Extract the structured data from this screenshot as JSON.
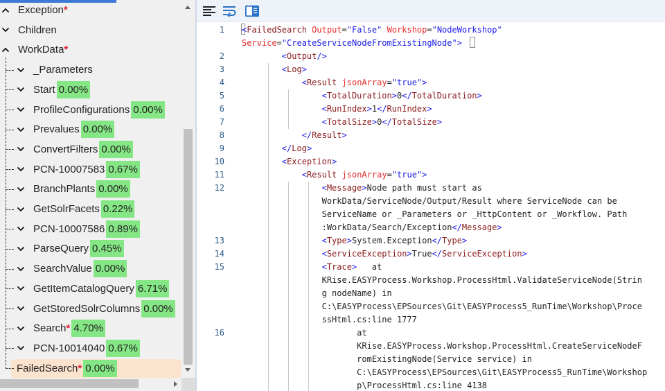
{
  "tree": {
    "items": [
      {
        "label": "Exception",
        "required": true,
        "percent": "",
        "depth": 0,
        "chevron": "up",
        "selected": false
      },
      {
        "label": "Children",
        "required": false,
        "percent": "",
        "depth": 0,
        "chevron": "down",
        "selected": false
      },
      {
        "label": "WorkData",
        "required": true,
        "percent": "",
        "depth": 0,
        "chevron": "up",
        "selected": false
      },
      {
        "label": "_Parameters",
        "required": false,
        "percent": "",
        "depth": 1,
        "chevron": "down",
        "selected": false
      },
      {
        "label": "Start",
        "required": false,
        "percent": "0.00%",
        "depth": 1,
        "chevron": "down",
        "selected": false
      },
      {
        "label": "ProfileConfigurations",
        "required": false,
        "percent": "0.00%",
        "depth": 1,
        "chevron": "down",
        "selected": false
      },
      {
        "label": "Prevalues",
        "required": false,
        "percent": "0.00%",
        "depth": 1,
        "chevron": "down",
        "selected": false
      },
      {
        "label": "ConvertFilters",
        "required": false,
        "percent": "0.00%",
        "depth": 1,
        "chevron": "down",
        "selected": false
      },
      {
        "label": "PCN-10007583",
        "required": false,
        "percent": "0.67%",
        "depth": 1,
        "chevron": "down",
        "selected": false
      },
      {
        "label": "BranchPlants",
        "required": false,
        "percent": "0.00%",
        "depth": 1,
        "chevron": "down",
        "selected": false
      },
      {
        "label": "GetSolrFacets",
        "required": false,
        "percent": "0.22%",
        "depth": 1,
        "chevron": "down",
        "selected": false
      },
      {
        "label": "PCN-10007586",
        "required": false,
        "percent": "0.89%",
        "depth": 1,
        "chevron": "down",
        "selected": false
      },
      {
        "label": "ParseQuery",
        "required": false,
        "percent": "0.45%",
        "depth": 1,
        "chevron": "down",
        "selected": false
      },
      {
        "label": "SearchValue",
        "required": false,
        "percent": "0.00%",
        "depth": 1,
        "chevron": "down",
        "selected": false
      },
      {
        "label": "GetItemCatalogQuery",
        "required": false,
        "percent": "6.71%",
        "depth": 1,
        "chevron": "down",
        "selected": false
      },
      {
        "label": "GetStoredSolrColumns",
        "required": false,
        "percent": "0.00%",
        "depth": 1,
        "chevron": "down",
        "selected": false
      },
      {
        "label": "Search",
        "required": true,
        "percent": "4.70%",
        "depth": 1,
        "chevron": "down",
        "selected": false
      },
      {
        "label": "PCN-10014040",
        "required": false,
        "percent": "0.67%",
        "depth": 1,
        "chevron": "down",
        "selected": false
      },
      {
        "label": "FailedSearch",
        "required": true,
        "percent": "0.00%",
        "depth": 1,
        "chevron": "none",
        "selected": true
      }
    ],
    "required_marker": "*"
  },
  "toolbar": {
    "icons": [
      "format-align-icon",
      "word-wrap-icon",
      "panel-toggle-icon"
    ]
  },
  "editor": {
    "lines": [
      {
        "num": "1",
        "code": "<span class=\"br\">&lt;</span><span class=\"tg\">FailedSearch</span> <span class=\"at\">Output</span>=<span class=\"av\">\"False\"</span> <span class=\"at\">Workshop</span>=<span class=\"av\">\"NodeWorkshop\"</span>"
      },
      {
        "num": "",
        "code": "<span class=\"at\">Service</span>=<span class=\"av\">\"CreateServiceNodeFromExistingNode\"</span><span class=\"br\">&gt;</span>"
      },
      {
        "num": "2",
        "code": "        <span class=\"br\">&lt;</span><span class=\"tg\">Output</span><span class=\"br\">/&gt;</span>"
      },
      {
        "num": "3",
        "code": "        <span class=\"br\">&lt;</span><span class=\"tg\">Log</span><span class=\"br\">&gt;</span>"
      },
      {
        "num": "4",
        "code": "            <span class=\"br\">&lt;</span><span class=\"tg\">Result</span> <span class=\"at\">jsonArray</span>=<span class=\"av\">\"true\"</span><span class=\"br\">&gt;</span>"
      },
      {
        "num": "5",
        "code": "                <span class=\"br\">&lt;</span><span class=\"tg\">TotalDuration</span><span class=\"br\">&gt;</span>0<span class=\"br\">&lt;/</span><span class=\"tg\">TotalDuration</span><span class=\"br\">&gt;</span>"
      },
      {
        "num": "6",
        "code": "                <span class=\"br\">&lt;</span><span class=\"tg\">RunIndex</span><span class=\"br\">&gt;</span>1<span class=\"br\">&lt;/</span><span class=\"tg\">RunIndex</span><span class=\"br\">&gt;</span>"
      },
      {
        "num": "7",
        "code": "                <span class=\"br\">&lt;</span><span class=\"tg\">TotalSize</span><span class=\"br\">&gt;</span>0<span class=\"br\">&lt;/</span><span class=\"tg\">TotalSize</span><span class=\"br\">&gt;</span>"
      },
      {
        "num": "8",
        "code": "            <span class=\"br\">&lt;/</span><span class=\"tg\">Result</span><span class=\"br\">&gt;</span>"
      },
      {
        "num": "9",
        "code": "        <span class=\"br\">&lt;/</span><span class=\"tg\">Log</span><span class=\"br\">&gt;</span>"
      },
      {
        "num": "10",
        "code": "        <span class=\"br\">&lt;</span><span class=\"tg\">Exception</span><span class=\"br\">&gt;</span>"
      },
      {
        "num": "11",
        "code": "            <span class=\"br\">&lt;</span><span class=\"tg\">Result</span> <span class=\"at\">jsonArray</span>=<span class=\"av\">\"true\"</span><span class=\"br\">&gt;</span>"
      },
      {
        "num": "12",
        "code": "                <span class=\"br\">&lt;</span><span class=\"tg\">Message</span><span class=\"br\">&gt;</span>Node path must start as"
      },
      {
        "num": "",
        "code": "                WorkData/ServiceNode/Output/Result where ServiceNode can be"
      },
      {
        "num": "",
        "code": "                ServiceName or _Parameters or _HttpContent or _Workflow. Path"
      },
      {
        "num": "",
        "code": "                :WorkData/Search/Exception<span class=\"br\">&lt;/</span><span class=\"tg\">Message</span><span class=\"br\">&gt;</span>"
      },
      {
        "num": "13",
        "code": "                <span class=\"br\">&lt;</span><span class=\"tg\">Type</span><span class=\"br\">&gt;</span>System.Exception<span class=\"br\">&lt;/</span><span class=\"tg\">Type</span><span class=\"br\">&gt;</span>"
      },
      {
        "num": "14",
        "code": "                <span class=\"br\">&lt;</span><span class=\"tg\">ServiceException</span><span class=\"br\">&gt;</span>True<span class=\"br\">&lt;/</span><span class=\"tg\">ServiceException</span><span class=\"br\">&gt;</span>"
      },
      {
        "num": "15",
        "code": "                <span class=\"br\">&lt;</span><span class=\"tg\">Trace</span><span class=\"br\">&gt;</span>   at"
      },
      {
        "num": "",
        "code": "                KRise.EASYProcess.Workshop.ProcessHtml.ValidateServiceNode(Strin"
      },
      {
        "num": "",
        "code": "                g nodeName) in"
      },
      {
        "num": "",
        "code": "                C:\\EASYProcess\\EPSources\\Git\\EASYProcess5_RunTime\\Workshop\\Proce"
      },
      {
        "num": "",
        "code": "                ssHtml.cs:line 1777"
      },
      {
        "num": "16",
        "code": "                       at"
      },
      {
        "num": "",
        "code": "                       KRise.EASYProcess.Workshop.ProcessHtml.CreateServiceNodeF"
      },
      {
        "num": "",
        "code": "                       romExistingNode(Service service) in"
      },
      {
        "num": "",
        "code": "                       C:\\EASYProcess\\EPSources\\Git\\EASYProcess5_RunTime\\Workshop"
      },
      {
        "num": "",
        "code": "                       p\\ProcessHtml.cs:line 4138"
      }
    ]
  }
}
